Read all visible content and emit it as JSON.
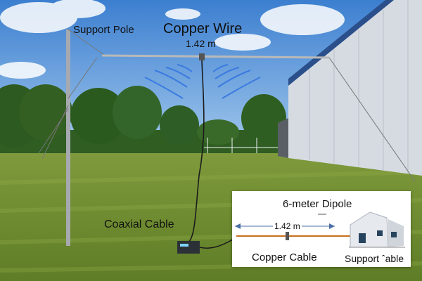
{
  "labels": {
    "support_pole": "Support Pole",
    "copper_wire": "Copper Wire",
    "wire_length": "1.42 m",
    "coaxial_cable": "Coaxial Cable"
  },
  "inset": {
    "title": "6-meter Dipole",
    "length": "1.42 m",
    "copper_cable": "Copper Cable",
    "support_cable": "Support ˆable"
  },
  "colors": {
    "sky": "#4f8fd6",
    "grass": "#6f8f2e",
    "building": "#c9ced6",
    "roof_trim": "#2a4f8a",
    "wave": "#3b7be0",
    "wire": "#b9b9b9"
  }
}
